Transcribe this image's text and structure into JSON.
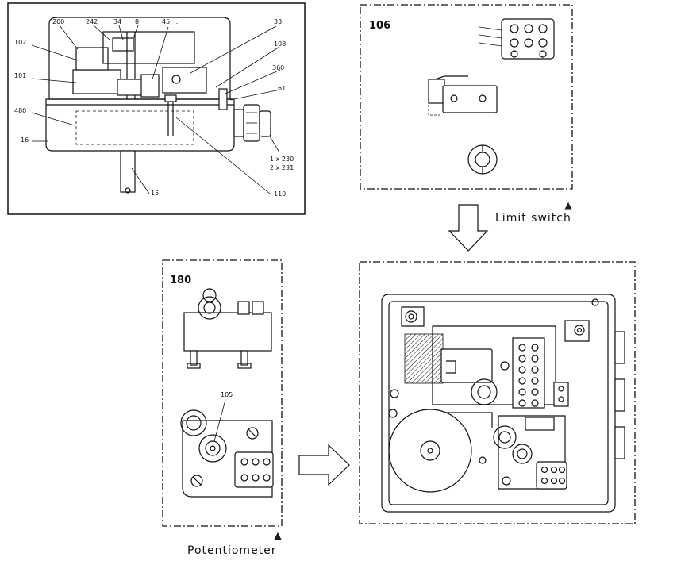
{
  "overview": {
    "callouts": [
      "200",
      "242",
      "34",
      "8",
      "45. ...",
      "33",
      "102",
      "108",
      "101",
      "360",
      "61",
      "480",
      "16",
      "1 x 230",
      "2 x 231",
      "15",
      "110"
    ]
  },
  "limit_switch": {
    "number": "106",
    "caption": "Limit switch"
  },
  "potentiometer": {
    "number": "180",
    "part_label": "105",
    "caption": "Potentiometer"
  }
}
